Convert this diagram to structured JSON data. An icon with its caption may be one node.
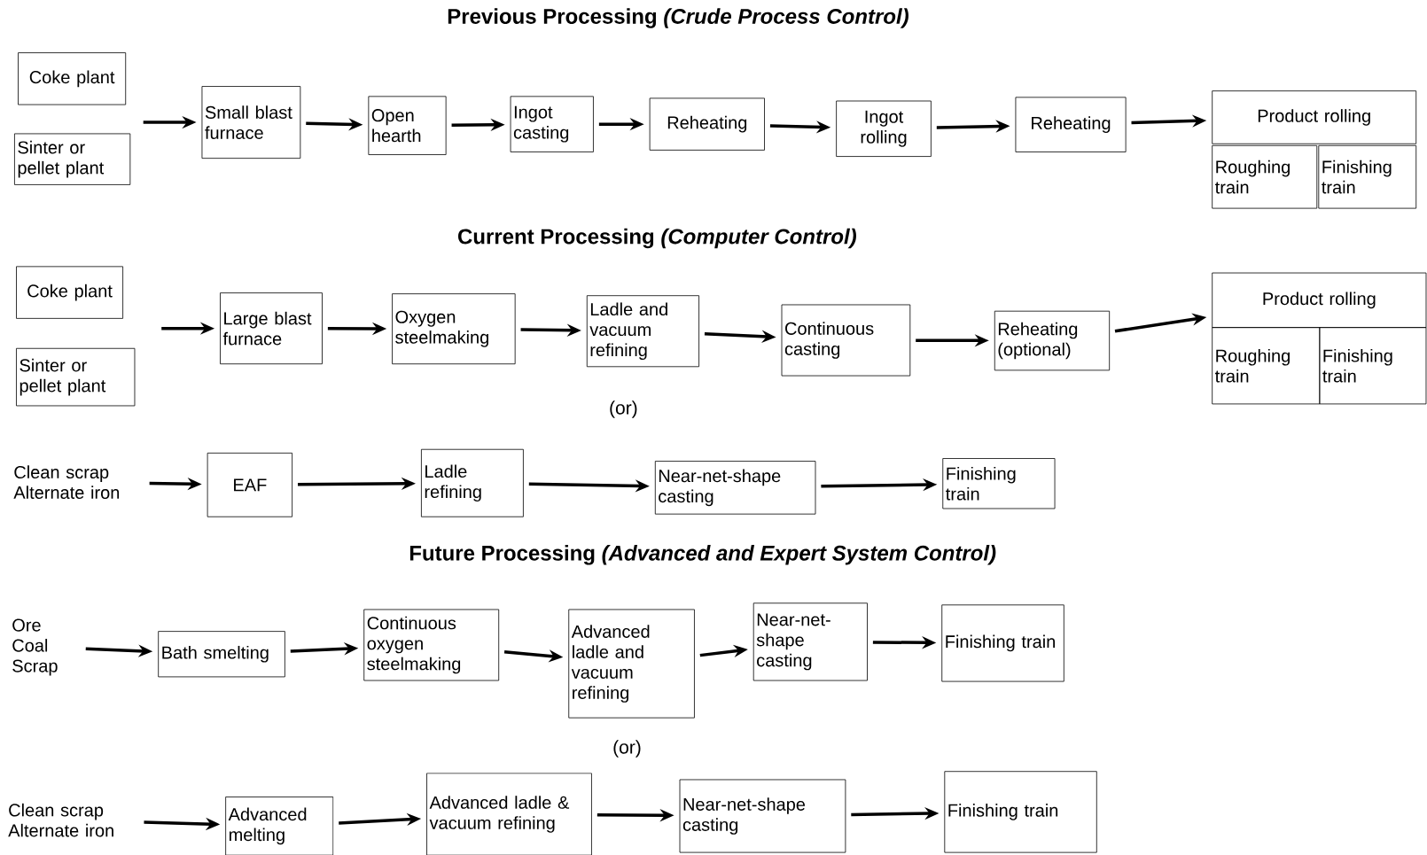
{
  "diagram": {
    "nodes": [
      {
        "text": [
          "Coke plant"
        ]
      },
      {
        "text": [
          "Sinter or pellet plant"
        ]
      },
      {
        "text": [
          "Small blast furnace"
        ]
      },
      {
        "text": [
          "Open hearth"
        ]
      },
      {
        "text": [
          "Ingot casting"
        ]
      },
      {
        "text": [
          "Reheating"
        ]
      },
      {
        "text": [
          "Ingot rolling"
        ]
      },
      {
        "text": [
          "Reheating"
        ]
      },
      {
        "text": [
          "Product rolling"
        ]
      },
      {
        "text": [
          "Roughing train"
        ]
      },
      {
        "text": [
          "Finishing train"
        ]
      },
      {
        "text": [
          "Coke plant"
        ]
      },
      {
        "text": [
          "Sinter or pellet plant"
        ]
      },
      {
        "text": [
          "Large blast furnace"
        ]
      },
      {
        "text": [
          "Oxygen steelmaking"
        ]
      },
      {
        "text": [
          "Ladle and vacuum refining"
        ]
      },
      {
        "text": [
          "Continuous casting"
        ]
      },
      {
        "text": [
          "Reheating (optional)"
        ]
      },
      {
        "text": [
          "Product rolling"
        ]
      },
      {
        "text": [
          "Roughing train"
        ]
      },
      {
        "text": [
          "Finishing train"
        ]
      },
      {
        "text": [
          "Clean scrap Alternate iron"
        ]
      },
      {
        "text": [
          "EAF"
        ]
      },
      {
        "text": [
          "Ladle refining"
        ]
      },
      {
        "text": [
          "Near-net-shape casting"
        ]
      },
      {
        "text": [
          "Finishing train"
        ]
      },
      {
        "text": [
          "Ore Coal Scrap"
        ]
      },
      {
        "text": [
          "Bath smelting"
        ]
      },
      {
        "text": [
          "Continuous oxygen steelmaking"
        ]
      },
      {
        "text": [
          "Advanced ladle and vacuum refining"
        ]
      },
      {
        "text": [
          "Near-net-shape casting"
        ]
      },
      {
        "text": [
          "Finishing train"
        ]
      },
      {
        "text": [
          "Clean scrap Alternate iron"
        ]
      },
      {
        "text": [
          "Advanced melting"
        ]
      },
      {
        "text": [
          "Advanced ladle & vacuum refining"
        ]
      },
      {
        "text": [
          "Near-net-shape casting"
        ]
      },
      {
        "text": [
          "Finishing train"
        ]
      }
    ],
    "edges": [
      {
        "from": null,
        "to": 2,
        "arrow": "to"
      },
      {
        "from": 2,
        "to": 3,
        "arrow": "to"
      },
      {
        "from": 3,
        "to": 4,
        "arrow": "to"
      },
      {
        "from": 4,
        "to": 5,
        "arrow": "to"
      },
      {
        "from": 5,
        "to": 6,
        "arrow": "to"
      },
      {
        "from": 6,
        "to": 7,
        "arrow": "to"
      },
      {
        "from": 7,
        "to": 8,
        "arrow": "to"
      },
      {
        "from": null,
        "to": 13,
        "arrow": "to"
      },
      {
        "from": 13,
        "to": 14,
        "arrow": "to"
      },
      {
        "from": 14,
        "to": 15,
        "arrow": "to"
      },
      {
        "from": 15,
        "to": 16,
        "arrow": "to"
      },
      {
        "from": 16,
        "to": 17,
        "arrow": "to"
      },
      {
        "from": 17,
        "to": 18,
        "arrow": "to"
      },
      {
        "from": 21,
        "to": 22,
        "arrow": "to"
      },
      {
        "from": 22,
        "to": 23,
        "arrow": "to"
      },
      {
        "from": 23,
        "to": 24,
        "arrow": "to"
      },
      {
        "from": 24,
        "to": 25,
        "arrow": "to"
      },
      {
        "from": 26,
        "to": 27,
        "arrow": "to"
      },
      {
        "from": 27,
        "to": 28,
        "arrow": "to"
      },
      {
        "from": 28,
        "to": 29,
        "arrow": "to"
      },
      {
        "from": 29,
        "to": 30,
        "arrow": "to"
      },
      {
        "from": 30,
        "to": 31,
        "arrow": "to"
      },
      {
        "from": 32,
        "to": 33,
        "arrow": "to"
      },
      {
        "from": 33,
        "to": 34,
        "arrow": "to"
      },
      {
        "from": 34,
        "to": 35,
        "arrow": "to"
      },
      {
        "from": 35,
        "to": 36,
        "arrow": "to"
      }
    ],
    "labels": [
      "Previous Processing *(Crude Process Control)*",
      "Current Processing *(Computer Control)*",
      "(or)",
      "Future Processing *(Advanced and Expert System Control)*",
      "(or)"
    ]
  }
}
